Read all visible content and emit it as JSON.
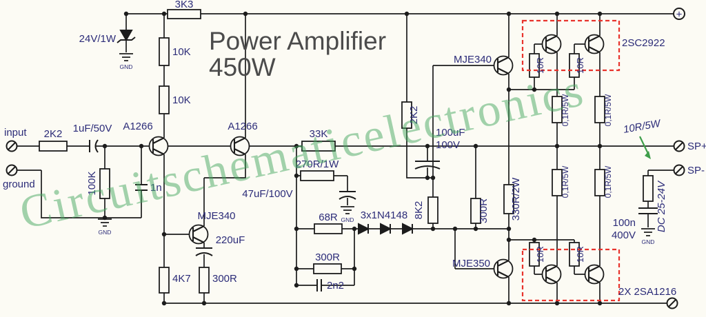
{
  "title": {
    "line1": "Power Amplifier",
    "line2": "450W"
  },
  "watermark": "Circuitschematicelectronics",
  "terminals": {
    "input": "input",
    "ground": "ground",
    "sp_plus": "SP+",
    "sp_minus": "SP-",
    "plus": "+"
  },
  "colors": {
    "label": "#2b2b78",
    "wire": "#1c1c1c",
    "title": "#4b4b4b",
    "watermark": "#46a860",
    "highlight_box": "#e8332c",
    "arrow": "#3f9e4a"
  },
  "labels": {
    "r_3k3": "3K3",
    "d_zener": "24V/1W",
    "r_10k_a": "10K",
    "r_10k_b": "10K",
    "r_2k2_in": "2K2",
    "c_input": "1uF/50V",
    "q1": "A1266",
    "q2": "A1266",
    "r_100k": "100K",
    "c_1n": "1n",
    "q_vas": "MJE340",
    "c_220uf": "220uF",
    "r_4k7": "4K7",
    "r_300r_a": "300R",
    "r_33k": "33K",
    "r_270r": "270R/1W",
    "c_47uf": "47uF/100V",
    "r_68r": "68R",
    "d_bias": "3x1N4148",
    "r_300r_b": "300R",
    "c_2n2": "2n2",
    "r_8k2": "8K2",
    "r_300r_c": "300R",
    "r_2k2_b": "2K2",
    "c_100uf_l1": "100uF",
    "c_100uf_l2": "100V",
    "q_drv_top": "MJE340",
    "q_drv_bot": "MJE350",
    "r_330r": "330R/2W",
    "r_10r_a": "10R",
    "r_10r_b": "10R",
    "r_10r_c": "10R",
    "r_10r_d": "10R",
    "r_01r_a": "0,1R/5W",
    "r_01r_b": "0,1R/5W",
    "r_01r_c": "0,1R/5W",
    "r_01r_d": "0,1R/5W",
    "q_out_top": "2SC2922",
    "q_out_bot": "2X 2SA1216",
    "r_zobel": "10R/5W",
    "c_zobel_l1": "100n",
    "c_zobel_l2": "400V",
    "dc_note": "DC 25-24V",
    "gnd": "GND"
  }
}
